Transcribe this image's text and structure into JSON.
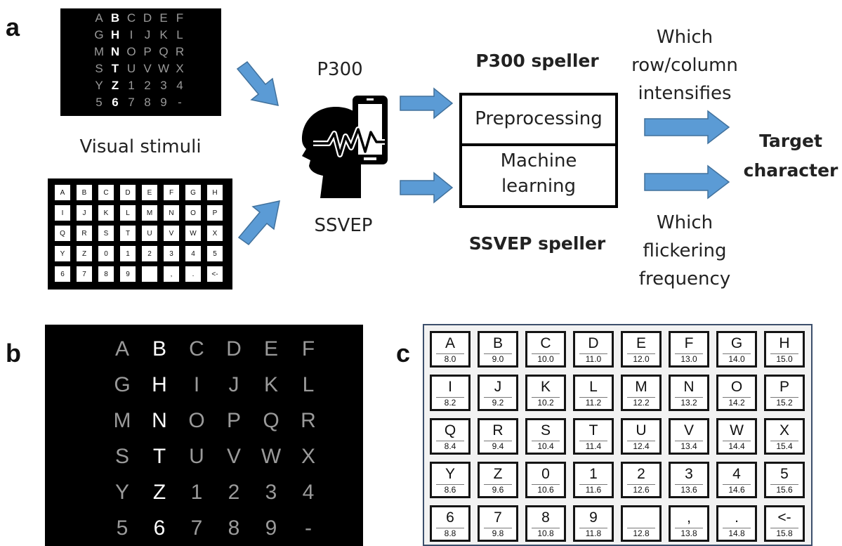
{
  "labels": {
    "a": "a",
    "b": "b",
    "c": "c",
    "visual_stimuli": "Visual stimuli",
    "p300": "P300",
    "ssvep": "SSVEP",
    "p300_speller": "P300 speller",
    "ssvep_speller": "SSVEP speller",
    "preprocessing": "Preprocessing",
    "machine_learning_1": "Machine",
    "machine_learning_2": "learning",
    "which_rowcol_1": "Which",
    "which_rowcol_2": "row/column",
    "which_rowcol_3": "intensifies",
    "which_freq_1": "Which",
    "which_freq_2": "flickering",
    "which_freq_3": "frequency",
    "target_1": "Target",
    "target_2": "character"
  },
  "p300_grid": {
    "rows": [
      [
        "A",
        "B",
        "C",
        "D",
        "E",
        "F"
      ],
      [
        "G",
        "H",
        "I",
        "J",
        "K",
        "L"
      ],
      [
        "M",
        "N",
        "O",
        "P",
        "Q",
        "R"
      ],
      [
        "S",
        "T",
        "U",
        "V",
        "W",
        "X"
      ],
      [
        "Y",
        "Z",
        "1",
        "2",
        "3",
        "4"
      ],
      [
        "5",
        "6",
        "7",
        "8",
        "9",
        "-"
      ]
    ],
    "highlight_col": 1
  },
  "ssvep_grid": {
    "rows": [
      [
        "A",
        "B",
        "C",
        "D",
        "E",
        "F",
        "G",
        "H"
      ],
      [
        "I",
        "J",
        "K",
        "L",
        "M",
        "N",
        "O",
        "P"
      ],
      [
        "Q",
        "R",
        "S",
        "T",
        "U",
        "V",
        "W",
        "X"
      ],
      [
        "Y",
        "Z",
        "0",
        "1",
        "2",
        "3",
        "4",
        "5"
      ],
      [
        "6",
        "7",
        "8",
        "9",
        "",
        ",",
        ".",
        "<-"
      ]
    ],
    "freqs": [
      [
        "8.0",
        "9.0",
        "10.0",
        "11.0",
        "12.0",
        "13.0",
        "14.0",
        "15.0"
      ],
      [
        "8.2",
        "9.2",
        "10.2",
        "11.2",
        "12.2",
        "13.2",
        "14.2",
        "15.2"
      ],
      [
        "8.4",
        "9.4",
        "10.4",
        "11.4",
        "12.4",
        "13.4",
        "14.4",
        "15.4"
      ],
      [
        "8.6",
        "9.6",
        "10.6",
        "11.6",
        "12.6",
        "13.6",
        "14.6",
        "15.6"
      ],
      [
        "8.8",
        "9.8",
        "10.8",
        "11.8",
        "12.8",
        "13.8",
        "14.8",
        "15.8"
      ]
    ]
  },
  "colors": {
    "arrow_blue": "#5b9bd5",
    "arrow_edge": "#41719c",
    "dim_letter": "#9a9a9a",
    "grid_border": "#3c4f6c"
  },
  "icons": [
    "head-phone-ecg-icon"
  ]
}
